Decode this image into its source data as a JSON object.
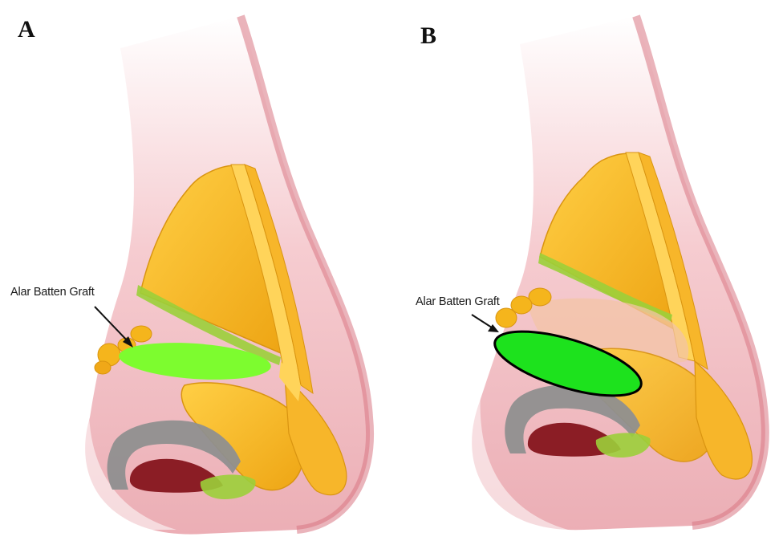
{
  "panels": [
    {
      "id": "A",
      "letter": "A",
      "label": "Alar Batten Graft",
      "graft_color": "#7dfc2f",
      "graft_outline": false
    },
    {
      "id": "B",
      "letter": "B",
      "label": "Alar Batten Graft",
      "graft_color": "#1de21d",
      "graft_outline": true
    }
  ],
  "colors": {
    "skin": "#e99aa2",
    "skin_dark": "#d46d79",
    "cartilage": "#f5b51c",
    "cartilage_light": "#ffd95c",
    "cartilage_shadow": "#d89412",
    "septum_green": "#9bcf3a",
    "nostril_gray": "#8e8e8e",
    "nostril_dark": "#8b1d25"
  }
}
